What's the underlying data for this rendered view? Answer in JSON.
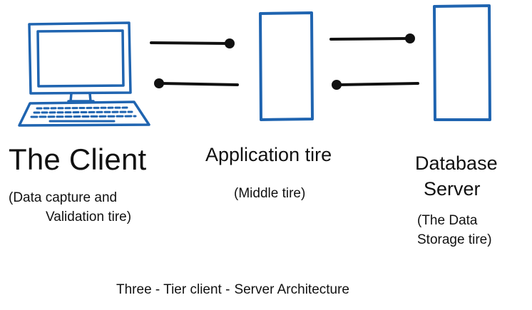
{
  "client": {
    "title": "The Client",
    "subtitle_line1": "(Data capture and",
    "subtitle_line2": "Validation tire)"
  },
  "application": {
    "title": "Application tire",
    "subtitle": "(Middle tire)"
  },
  "database": {
    "title_line1": "Database",
    "title_line2": "Server",
    "subtitle_line1": "(The Data",
    "subtitle_line2": "Storage tire)"
  },
  "caption": {
    "part1": "Three - Tier client -",
    "part2": "Server Architecture"
  },
  "colors": {
    "box_blue": "#1f64b0",
    "connector_black": "#111111"
  },
  "icons": [
    "computer-icon",
    "keyboard-icon"
  ]
}
